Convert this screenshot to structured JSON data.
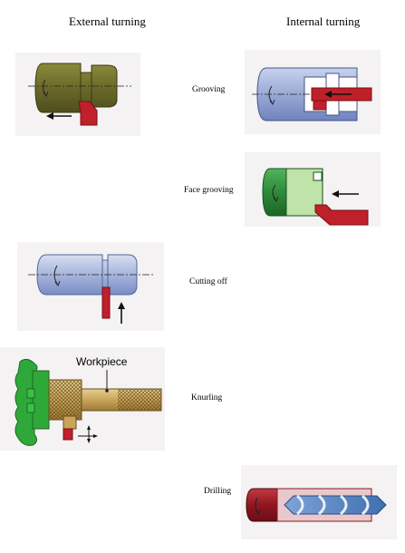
{
  "headers": {
    "external": "External turning",
    "internal": "Internal turning"
  },
  "operations": {
    "grooving": "Grooving",
    "face_grooving": "Face grooving",
    "cutting_off": "Cutting off",
    "knurling": "Knurling",
    "drilling": "Drilling"
  },
  "knurling_panel": {
    "workpiece_label": "Workpiece"
  },
  "colors": {
    "olive_workpiece": "#6b6a2a",
    "blue_workpiece": "#9aaad6",
    "green_workpiece": "#2e8a3a",
    "light_green": "#bfe3a8",
    "tool_red": "#c0202a",
    "dark_red": "#8f1620",
    "chuck_green": "#2fa83a",
    "knurl_gold": "#c9a55a",
    "drill_blue": "#3f6fb0",
    "panel_bg": "#f4f2f2"
  }
}
